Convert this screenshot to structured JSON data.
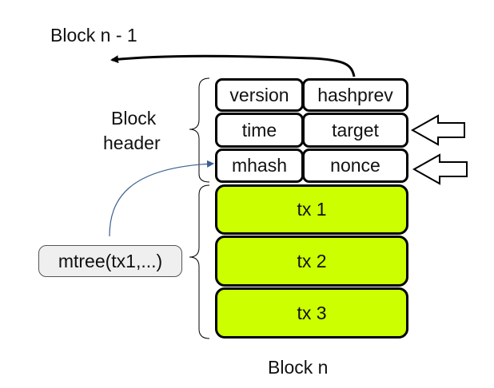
{
  "labels": {
    "prev_block": "Block n - 1",
    "block_header_line1": "Block",
    "block_header_line2": "header",
    "block_n": "Block n",
    "mtree": "mtree(tx1,...)"
  },
  "header_fields": {
    "version": "version",
    "hashprev": "hashprev",
    "time": "time",
    "target": "target",
    "mhash": "mhash",
    "nonce": "nonce"
  },
  "transactions": [
    "tx 1",
    "tx 2",
    "tx 3"
  ],
  "colors": {
    "tx_fill": "#ccff00",
    "mtree_fill": "#efefef",
    "link_arrow": "#3a5f8f",
    "outline": "#000000"
  }
}
